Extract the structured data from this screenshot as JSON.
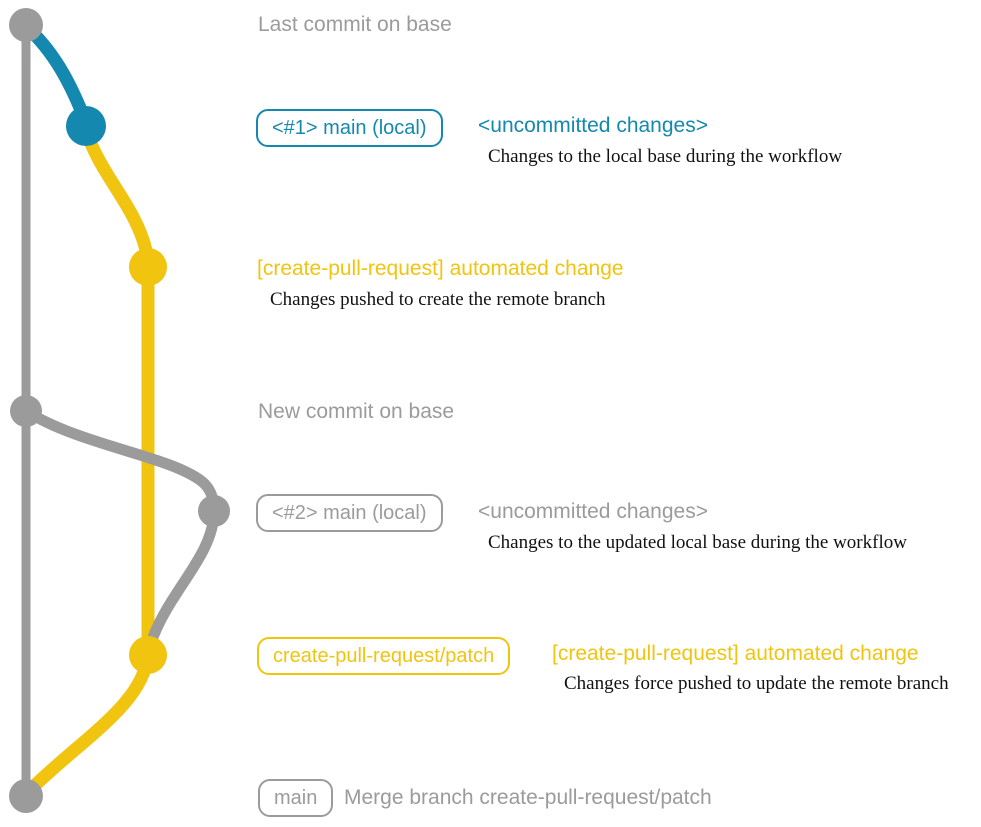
{
  "colors": {
    "blue": "#1588b0",
    "yellow": "#f1c40f",
    "gray": "#9b9b9b",
    "ink": "#111111",
    "background": "#ffffff"
  },
  "graph": {
    "type": "git-branch-diagram",
    "commits": [
      {
        "branch": "base",
        "color": "#9b9b9b",
        "note": "Last commit on base"
      },
      {
        "branch": "main (local)",
        "color": "#1588b0",
        "note": "<uncommitted changes>"
      },
      {
        "branch": "create-pull-request/patch",
        "color": "#f1c40f",
        "note": "[create-pull-request] automated change"
      },
      {
        "branch": "base",
        "color": "#9b9b9b",
        "note": "New commit on base"
      },
      {
        "branch": "main (local)",
        "color": "#9b9b9b",
        "note": "<uncommitted changes>"
      },
      {
        "branch": "create-pull-request/patch",
        "color": "#f1c40f",
        "note": "[create-pull-request] automated change"
      },
      {
        "branch": "base",
        "color": "#9b9b9b",
        "note": "Merge branch create-pull-request/patch"
      }
    ]
  },
  "timeline": [
    {
      "title": "Last commit on base"
    },
    {
      "badge": "<#1> main (local)",
      "title": "<uncommitted changes>",
      "description": "Changes to the local base during the workflow"
    },
    {
      "title": "[create-pull-request] automated change",
      "description": "Changes pushed to create the remote branch"
    },
    {
      "title": "New commit on base"
    },
    {
      "badge": "<#2> main (local)",
      "title": "<uncommitted changes>",
      "description": "Changes to the updated local base during the workflow"
    },
    {
      "badge": "create-pull-request/patch",
      "title": "[create-pull-request] automated change",
      "description": "Changes force pushed to update the remote branch"
    },
    {
      "badge": "main",
      "title": "Merge branch create-pull-request/patch"
    }
  ]
}
